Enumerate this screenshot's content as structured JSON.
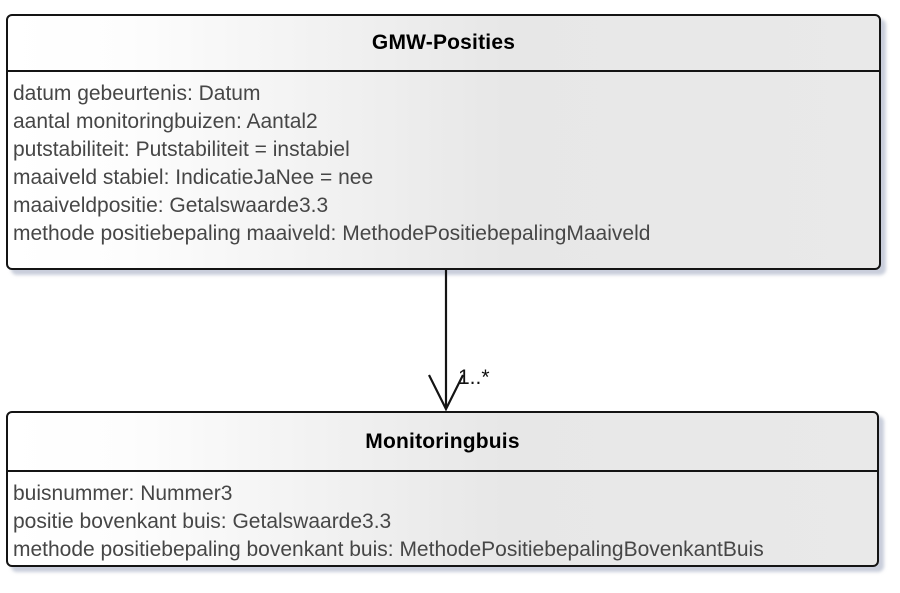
{
  "diagram": {
    "type": "uml-class-diagram",
    "classes": [
      {
        "name": "GMW-Posities",
        "attributes": [
          "datum gebeurtenis: Datum",
          "aantal monitoringbuizen: Aantal2",
          "putstabiliteit: Putstabiliteit = instabiel",
          "maaiveld stabiel: IndicatieJaNee = nee",
          "maaiveldpositie: Getalswaarde3.3",
          "methode positiebepaling maaiveld: MethodePositiebepalingMaaiveld"
        ]
      },
      {
        "name": "Monitoringbuis",
        "attributes": [
          "buisnummer: Nummer3",
          "positie bovenkant buis: Getalswaarde3.3",
          "methode positiebepaling bovenkant buis: MethodePositiebepalingBovenkantBuis"
        ]
      }
    ],
    "association": {
      "from": "GMW-Posities",
      "to": "Monitoringbuis",
      "arrow_style": "open-arrowhead",
      "multiplicity": "1..*"
    },
    "colors": {
      "box_fill_start": "#ffffff",
      "box_fill_end": "#e7e7e7",
      "border": "#141414",
      "shadow": "#9ca6be",
      "title_text": "#000000",
      "attribute_text": "#464646"
    }
  }
}
